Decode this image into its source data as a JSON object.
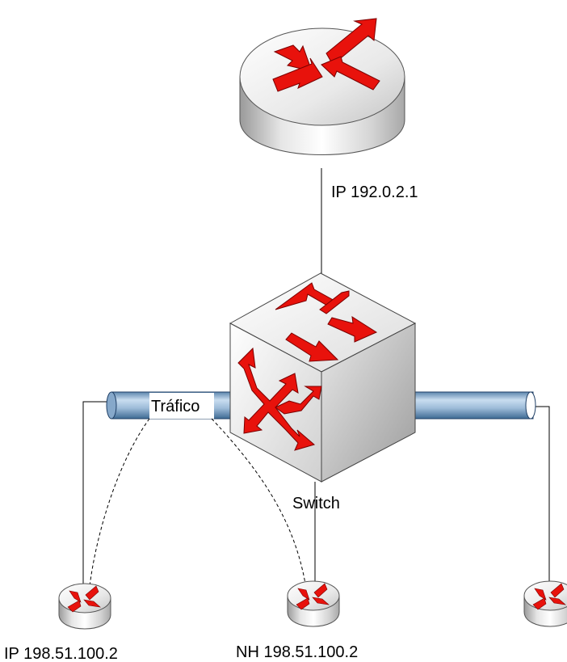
{
  "labels": {
    "router_top_ip": "IP 192.0.2.1",
    "switch": "Switch",
    "traffic": "Tráfico",
    "router_left_ip": "IP 198.51.100.2",
    "router_mid_nh": "NH 198.51.100.2"
  }
}
